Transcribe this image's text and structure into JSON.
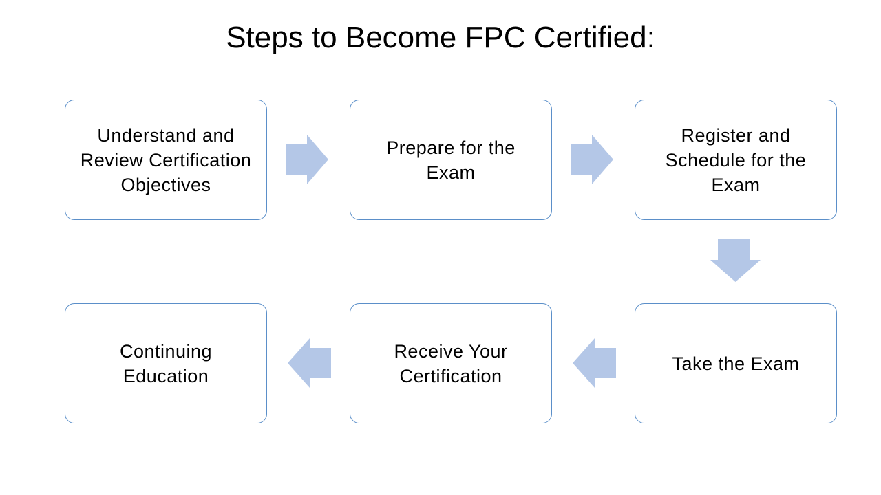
{
  "title": "Steps to Become FPC Certified:",
  "steps": [
    {
      "label": "Understand and Review Certification Objectives"
    },
    {
      "label": "Prepare for the Exam"
    },
    {
      "label": "Register and Schedule for the Exam"
    },
    {
      "label": "Take the Exam"
    },
    {
      "label": "Receive Your Certification"
    },
    {
      "label": "Continuing Education"
    }
  ],
  "colors": {
    "box_border": "#5b8fc9",
    "arrow_fill": "#b4c7e7"
  }
}
